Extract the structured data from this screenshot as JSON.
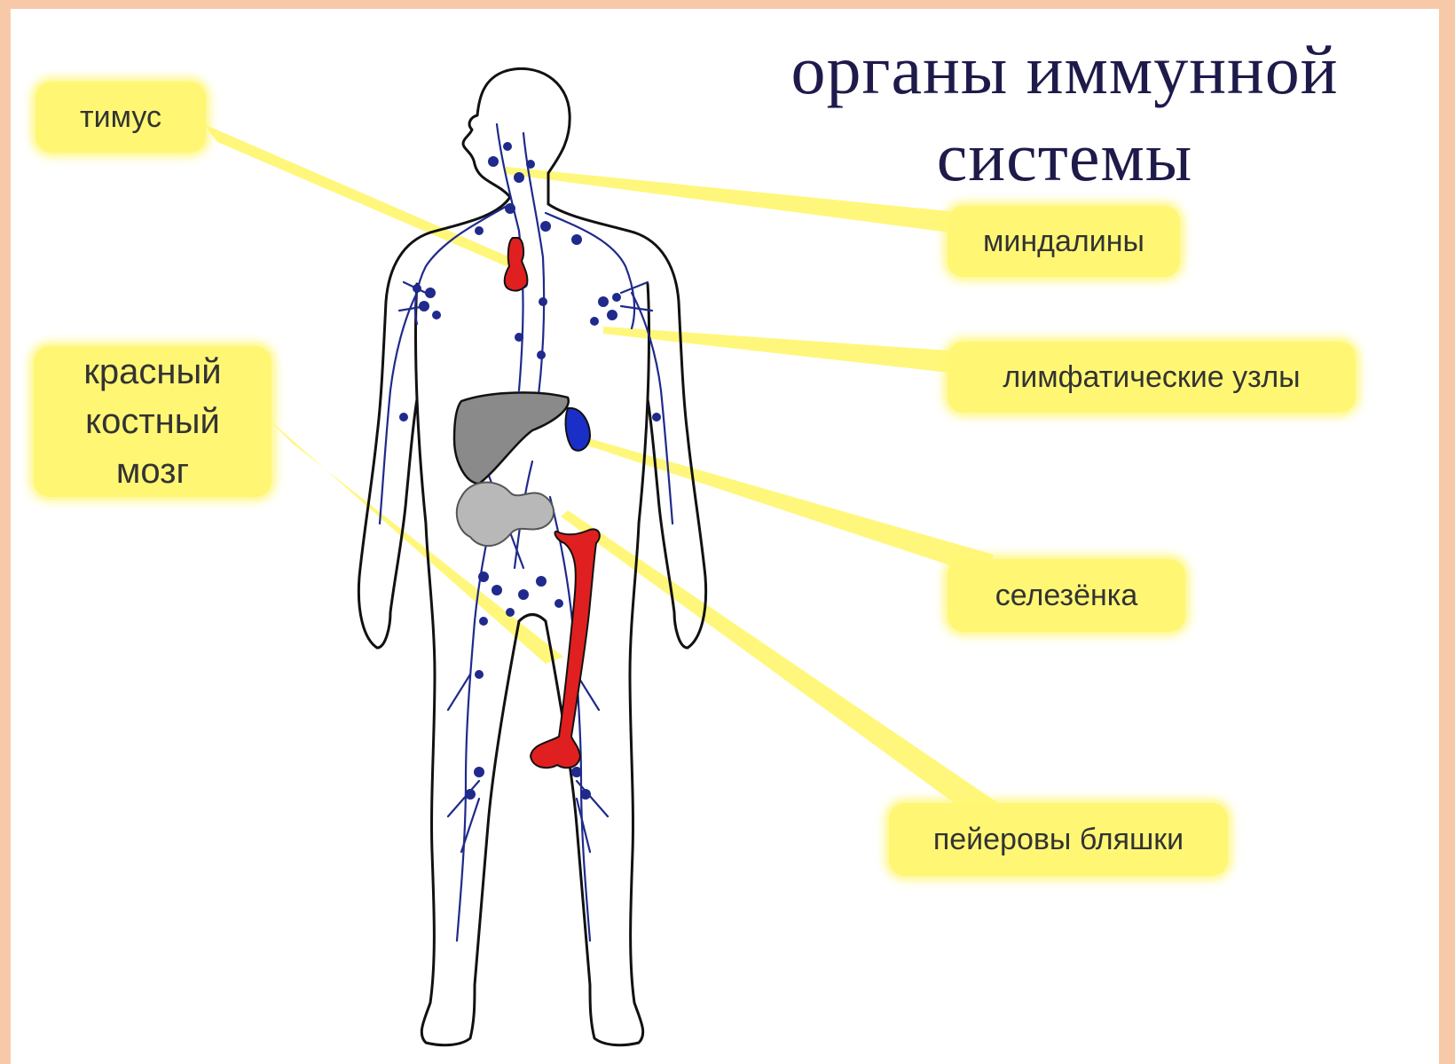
{
  "title": {
    "line1": "органы иммунной",
    "line2": "системы"
  },
  "labels": {
    "thymus": "тимус",
    "bone_marrow": [
      "красный",
      "костный",
      "мозг"
    ],
    "tonsils": "миндалины",
    "lymph_nodes": "лимфатические узлы",
    "spleen": "селезёнка",
    "peyer_patches": "пейеровы бляшки"
  },
  "colors": {
    "background": "#f8c9a8",
    "label_fill": "#fff774",
    "title_text": "#1e1a4a",
    "lymph_vessel": "#1f2a8c",
    "thymus": "#e02020",
    "bone": "#e02020",
    "liver": "#8a8a8a",
    "spleen": "#1a2fc8",
    "intestine": "#b8b8b8"
  }
}
